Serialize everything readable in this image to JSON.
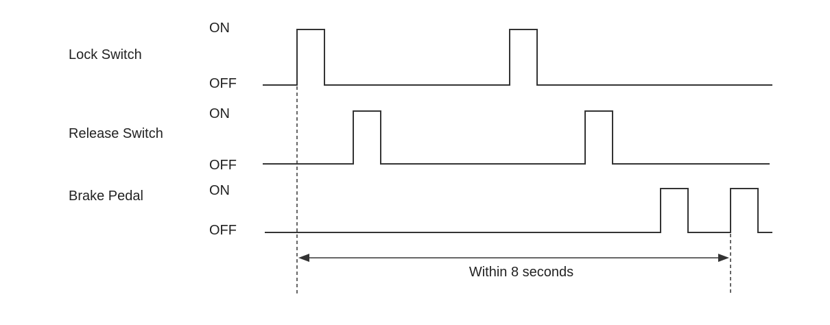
{
  "signals": [
    {
      "name": "Lock Switch",
      "on_label": "ON",
      "off_label": "OFF",
      "pulses": [
        [
          0.0,
          0.4
        ],
        [
          3.1,
          3.5
        ]
      ]
    },
    {
      "name": "Release Switch",
      "on_label": "ON",
      "off_label": "OFF",
      "pulses": [
        [
          0.82,
          1.22
        ],
        [
          4.2,
          4.6
        ]
      ]
    },
    {
      "name": "Brake Pedal",
      "on_label": "ON",
      "off_label": "OFF",
      "pulses": [
        [
          5.3,
          5.7
        ],
        [
          6.32,
          6.72
        ]
      ]
    }
  ],
  "time_span": {
    "label": "Within 8 seconds",
    "start": 0.0,
    "end": 6.32
  }
}
